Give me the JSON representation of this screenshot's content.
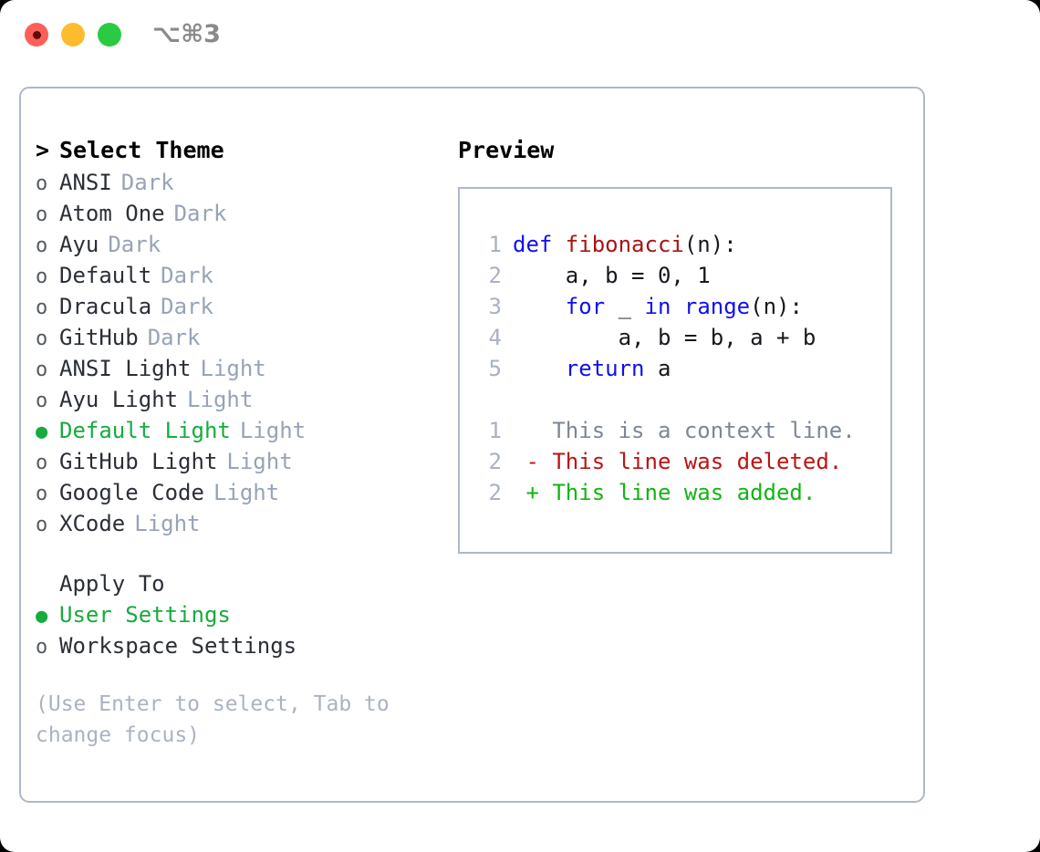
{
  "titlebar": {
    "shortcut": "⌥⌘3",
    "buttons": [
      {
        "name": "close",
        "color": "#fc6058"
      },
      {
        "name": "minimize",
        "color": "#fdbc2e"
      },
      {
        "name": "maximize",
        "color": "#2acb42"
      }
    ]
  },
  "theme_panel": {
    "heading": "Select Theme",
    "prompt": ">",
    "marker_selected": "●",
    "marker_unselected": "o",
    "items": [
      {
        "label": "ANSI",
        "tag": "Dark",
        "selected": false
      },
      {
        "label": "Atom One",
        "tag": "Dark",
        "selected": false
      },
      {
        "label": "Ayu",
        "tag": "Dark",
        "selected": false
      },
      {
        "label": "Default",
        "tag": "Dark",
        "selected": false
      },
      {
        "label": "Dracula",
        "tag": "Dark",
        "selected": false
      },
      {
        "label": "GitHub",
        "tag": "Dark",
        "selected": false
      },
      {
        "label": "ANSI Light",
        "tag": "Light",
        "selected": false
      },
      {
        "label": "Ayu Light",
        "tag": "Light",
        "selected": false
      },
      {
        "label": "Default Light",
        "tag": "Light",
        "selected": true
      },
      {
        "label": "GitHub Light",
        "tag": "Light",
        "selected": false
      },
      {
        "label": "Google Code",
        "tag": "Light",
        "selected": false
      },
      {
        "label": "XCode",
        "tag": "Light",
        "selected": false
      }
    ]
  },
  "apply_to": {
    "heading": "Apply To",
    "options": [
      {
        "label": "User Settings",
        "selected": true
      },
      {
        "label": "Workspace Settings",
        "selected": false
      }
    ]
  },
  "hint": "(Use Enter to select, Tab to change focus)",
  "preview": {
    "title": "Preview",
    "code_lines": [
      {
        "lineno": "1",
        "tokens": [
          {
            "text": "def ",
            "style": "kw"
          },
          {
            "text": "fibonacci",
            "style": "fn"
          },
          {
            "text": "(n):",
            "style": "plain"
          }
        ]
      },
      {
        "lineno": "2",
        "tokens": [
          {
            "text": "    a, b = 0, 1",
            "style": "plain"
          }
        ]
      },
      {
        "lineno": "3",
        "tokens": [
          {
            "text": "    ",
            "style": "plain"
          },
          {
            "text": "for",
            "style": "kw"
          },
          {
            "text": " _ ",
            "style": "plain"
          },
          {
            "text": "in",
            "style": "kw"
          },
          {
            "text": " ",
            "style": "plain"
          },
          {
            "text": "range",
            "style": "kw"
          },
          {
            "text": "(n):",
            "style": "plain"
          }
        ]
      },
      {
        "lineno": "4",
        "tokens": [
          {
            "text": "        a, b = b, a + b",
            "style": "plain"
          }
        ]
      },
      {
        "lineno": "5",
        "tokens": [
          {
            "text": "    ",
            "style": "plain"
          },
          {
            "text": "return",
            "style": "kw"
          },
          {
            "text": " a",
            "style": "plain"
          }
        ]
      }
    ],
    "diff_lines": [
      {
        "lineno": "1",
        "tokens": [
          {
            "text": "   This is a context line.",
            "style": "ctx"
          }
        ]
      },
      {
        "lineno": "2",
        "tokens": [
          {
            "text": " - This line was deleted.",
            "style": "del"
          }
        ]
      },
      {
        "lineno": "2",
        "tokens": [
          {
            "text": " + This line was added.",
            "style": "add"
          }
        ]
      }
    ]
  },
  "colors": {
    "accent_green": "#18ab3e",
    "tag_gray": "#97a3b6",
    "border": "#aeb8c6",
    "keyword_blue": "#1010ee",
    "function_red": "#a81414",
    "diff_delete": "#bb1414",
    "diff_add": "#11b511"
  }
}
